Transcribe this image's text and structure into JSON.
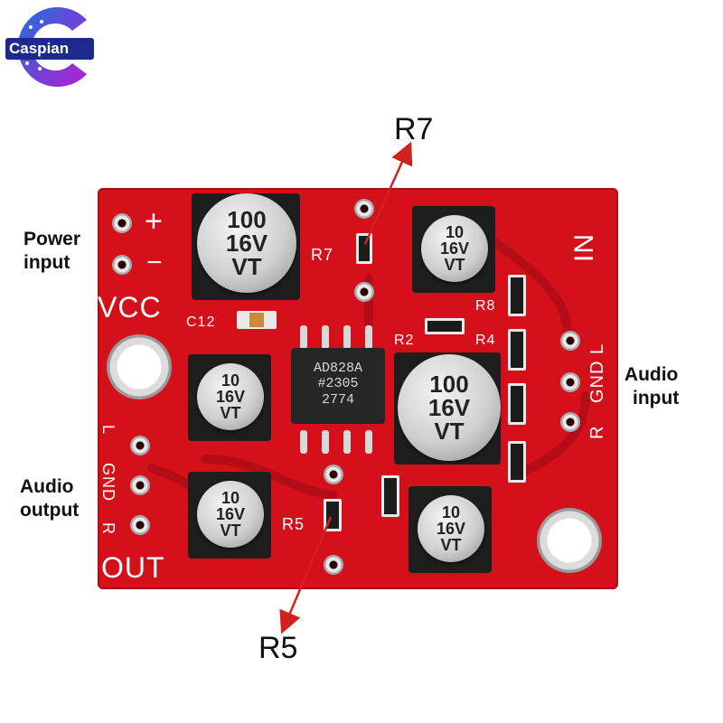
{
  "logo": {
    "text": "Caspian"
  },
  "silkscreen": {
    "plus": "+",
    "minus": "−",
    "vcc": "VCC",
    "c12": "C12",
    "r7": "R7",
    "r2": "R2",
    "r5": "R5",
    "r8": "R8",
    "r4": "R4",
    "in": "IN",
    "l_in": "L",
    "gnd_in": "GND",
    "r_in": "R",
    "l_out": "L",
    "gnd_out": "GND",
    "r_out": "R",
    "out": "OUT"
  },
  "capacitors": {
    "c_top_left": [
      "100",
      "16V",
      "VT"
    ],
    "c_center": [
      "100",
      "16V",
      "VT"
    ],
    "c_small": [
      "10",
      "16V",
      "VT"
    ]
  },
  "chip": {
    "line1": "AD828A",
    "line2": "#2305",
    "line3": "2774"
  },
  "labels": {
    "power": [
      "Power",
      "input"
    ],
    "audio_in": [
      "Audio",
      "input"
    ],
    "audio_out": [
      "Audio",
      "output"
    ]
  },
  "callouts": {
    "top": "R7",
    "bottom": "R5"
  },
  "colors": {
    "board": "#d4101b",
    "arrow": "#d42020"
  }
}
